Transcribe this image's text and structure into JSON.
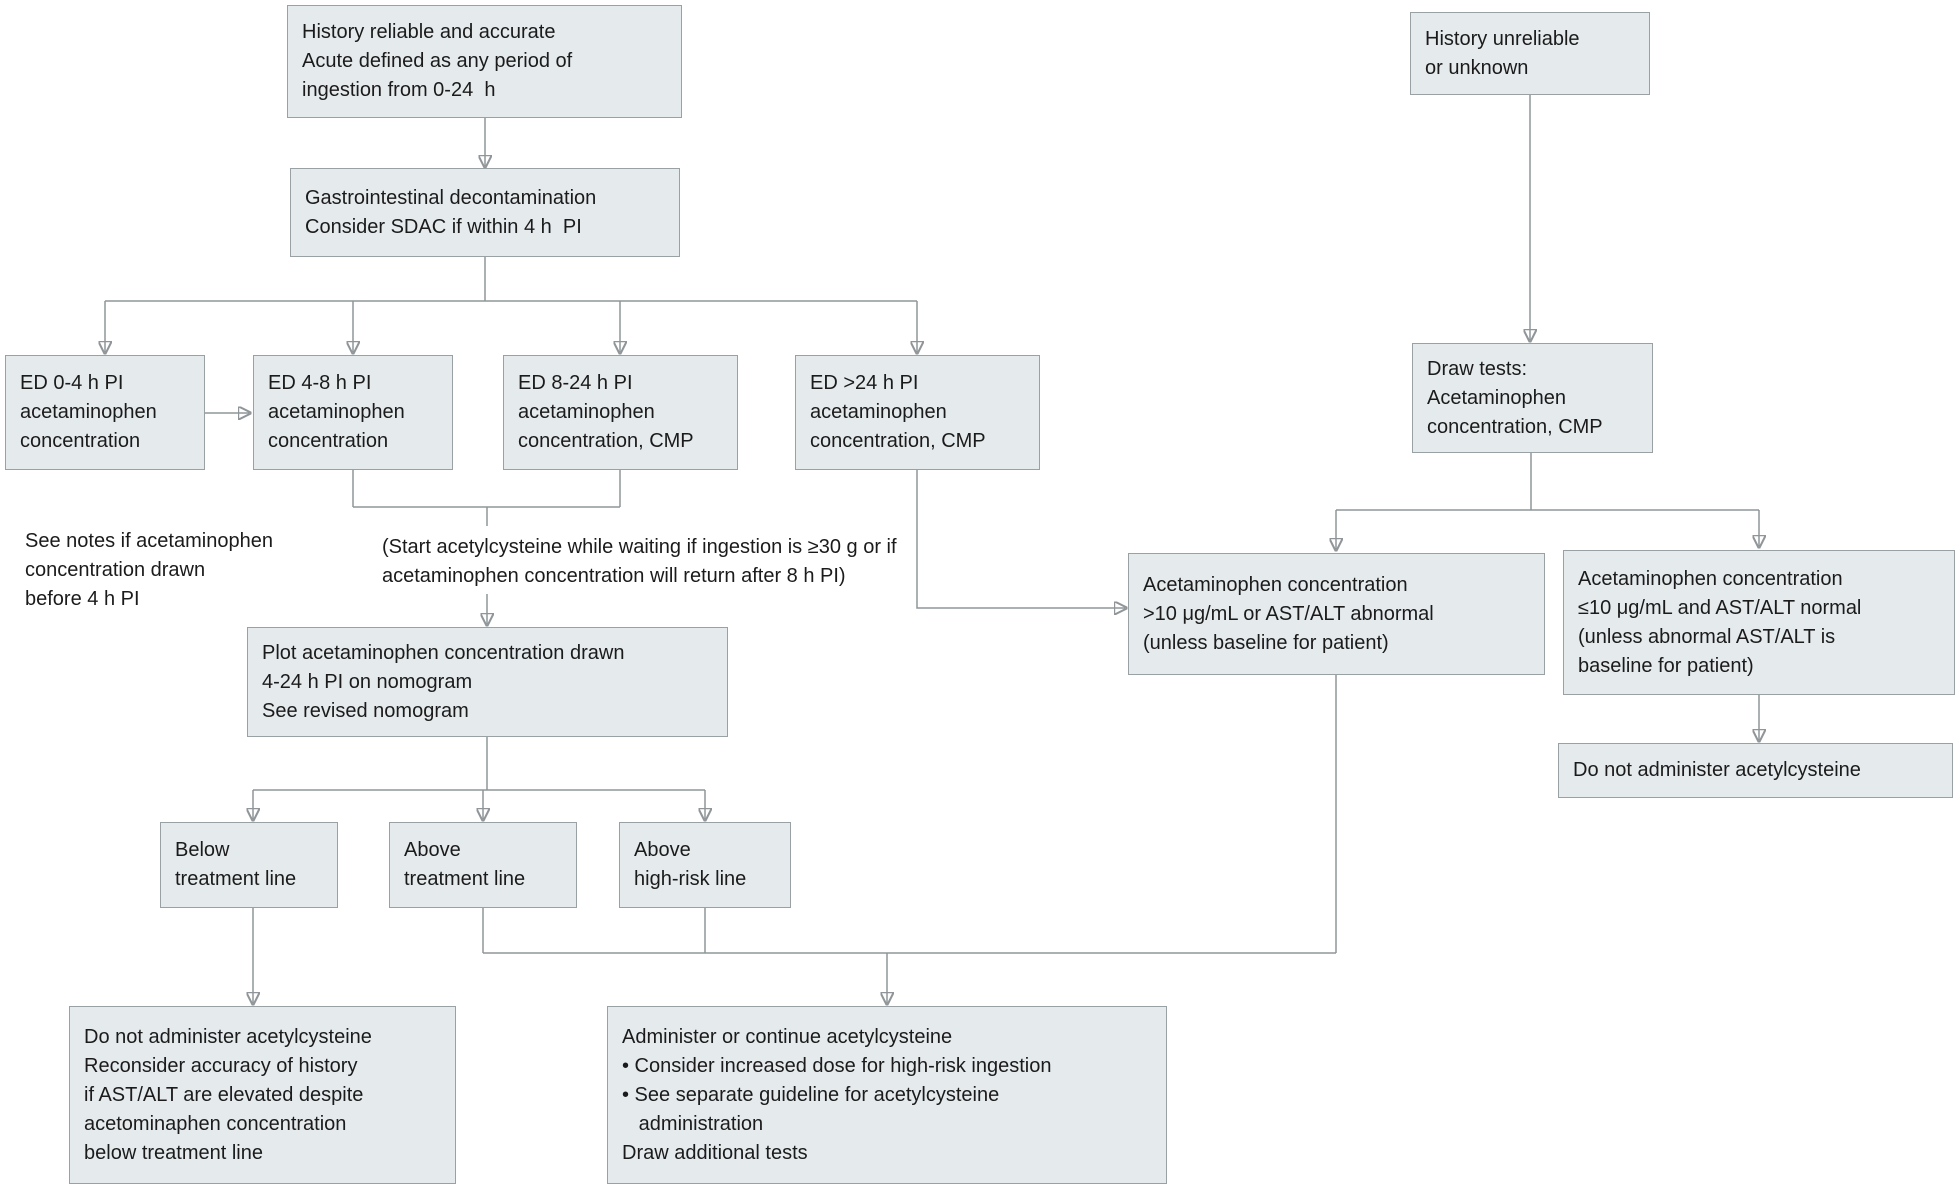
{
  "colors": {
    "box_fill": "#e5eaed",
    "box_border": "#9aa1a5",
    "line": "#8f9598",
    "arrow": "#7d8488",
    "text": "#1b1b1b",
    "bg": "#ffffff"
  },
  "nodes": {
    "history_reliable": "History reliable and accurate\nAcute defined as any period of\ningestion from 0-24  h",
    "gi_decontamination": "Gastrointestinal decontamination\nConsider SDAC if within 4 h  PI",
    "ed_0_4": "ED 0-4 h PI\nacetaminophen\nconcentration",
    "ed_4_8": "ED 4-8 h PI\nacetaminophen\nconcentration",
    "ed_8_24": "ED 8-24 h PI\nacetaminophen\nconcentration, CMP",
    "ed_gt_24": "ED >24 h PI\nacetaminophen\nconcentration, CMP",
    "plot_nomogram": "Plot acetaminophen concentration drawn\n4-24 h PI on nomogram\nSee revised nomogram",
    "below_treatment_line": "Below\ntreatment line",
    "above_treatment_line": "Above\ntreatment line",
    "above_high_risk_line": "Above\nhigh-risk line",
    "do_not_administer_left": "Do not administer acetylcysteine\nReconsider accuracy of history\nif AST/ALT are elevated despite\nacetominaphen concentration\nbelow treatment line",
    "administer_continue": "Administer or continue acetylcysteine\n• Consider increased dose for high-risk ingestion\n• See separate guideline for acetylcysteine\n   administration\nDraw additional tests",
    "history_unreliable": "History unreliable\nor unknown",
    "draw_tests": "Draw tests:\nAcetaminophen\nconcentration, CMP",
    "conc_high": "Acetaminophen concentration\n>10 μg/mL or AST/ALT abnormal\n(unless baseline for patient)",
    "conc_low": "Acetaminophen concentration\n≤10 μg/mL and AST/ALT normal\n(unless abnormal AST/ALT is\nbaseline for patient)",
    "do_not_administer_right": "Do not administer acetylcysteine"
  },
  "annotations": {
    "see_notes": "See notes if acetaminophen\nconcentration drawn\nbefore 4 h PI",
    "start_acetylcysteine": "(Start acetylcysteine while waiting if ingestion is ≥30 g or if\nacetaminophen concentration will return after 8 h PI)"
  }
}
